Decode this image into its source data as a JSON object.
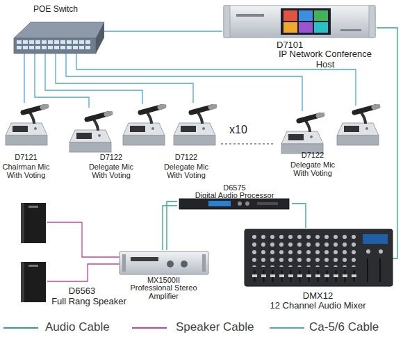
{
  "diagram": {
    "nodes": [
      {
        "text": [
          "POE Switch"
        ]
      },
      {
        "text": [
          "D7101",
          "IP Network Conference Host"
        ]
      },
      {
        "text": [
          "D7121",
          "Chairman Mic With Voting"
        ]
      },
      {
        "text": [
          "D7122",
          "Delegate Mic With Voting"
        ]
      },
      {
        "text": [
          "D7122",
          "Delegate Mic With Voting"
        ]
      },
      {
        "text": [
          "D7122",
          "Delegate Mic With Voting"
        ]
      },
      {
        "text": [
          "D6575",
          "Digital Audio Processor"
        ]
      },
      {
        "text": [
          "DMX12",
          "12 Channel Audio Mixer"
        ]
      },
      {
        "text": [
          "MX1500II",
          "Professional Stereo Amplifier"
        ]
      },
      {
        "text": [
          "D6563",
          "Full Rang Speaker"
        ]
      }
    ],
    "edges": [
      {
        "from": 0,
        "to": 1,
        "arrow": "none"
      },
      {
        "from": 0,
        "to": 2,
        "arrow": "none"
      },
      {
        "from": 0,
        "to": 3,
        "arrow": "none"
      },
      {
        "from": 0,
        "to": 4,
        "arrow": "none"
      },
      {
        "from": 0,
        "to": 5,
        "arrow": "none"
      },
      {
        "from": 1,
        "to": 7,
        "arrow": "none"
      },
      {
        "from": 6,
        "to": 8,
        "arrow": "none"
      },
      {
        "from": 6,
        "to": 8,
        "arrow": "none"
      },
      {
        "from": 6,
        "to": 7,
        "arrow": "none"
      },
      {
        "from": 8,
        "to": 9,
        "arrow": "none"
      },
      {
        "from": 8,
        "to": 9,
        "arrow": "none"
      }
    ],
    "labels": [
      "x10"
    ],
    "legend": [
      {
        "text": "Audio Cable"
      },
      {
        "text": "Speaker Cable"
      },
      {
        "text": "Ca-5/6 Cable"
      }
    ]
  }
}
